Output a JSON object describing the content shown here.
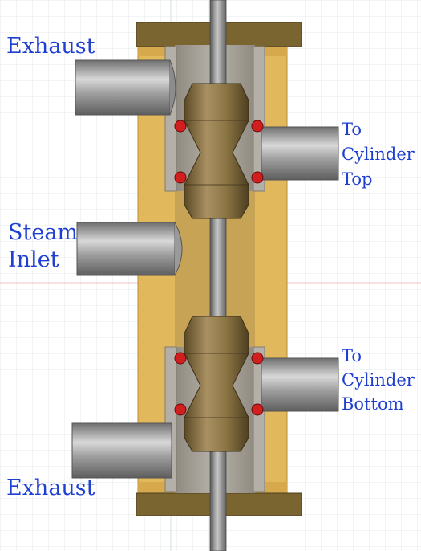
{
  "labels": {
    "exhaust_top": "Exhaust",
    "steam_inlet_line1": "Steam",
    "steam_inlet_line2": "Inlet",
    "cyl_top_line1": "To",
    "cyl_top_line2": "Cylinder",
    "cyl_top_line3": "Top",
    "cyl_bottom_line1": "To",
    "cyl_bottom_line2": "Cylinder",
    "cyl_bottom_line3": "Bottom",
    "exhaust_bottom": "Exhaust"
  },
  "colors": {
    "label": "#1f3fd0",
    "body_brass": "#e2b85c",
    "end_cap": "#7a6430",
    "liner": "#a8a39a",
    "pipe": "#9a9a9a",
    "seal": "#d11f1f",
    "spool_bronze": "#8a7444",
    "grid": "#e6e8ee"
  }
}
